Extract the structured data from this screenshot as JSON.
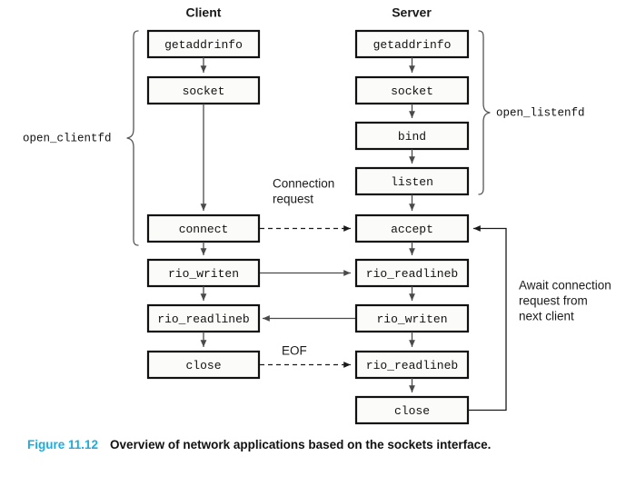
{
  "figure": {
    "caption_number": "Figure 11.12",
    "caption_text": "Overview of network applications based on the sockets interface.",
    "caption_accent_color": "#18AEE0"
  },
  "columns": {
    "client_header": "Client",
    "server_header": "Server"
  },
  "client_steps": [
    {
      "id": "client-getaddrinfo",
      "label": "getaddrinfo"
    },
    {
      "id": "client-socket",
      "label": "socket"
    },
    {
      "id": "client-connect",
      "label": "connect"
    },
    {
      "id": "client-rio-writen",
      "label": "rio_writen"
    },
    {
      "id": "client-rio-readlineb",
      "label": "rio_readlineb"
    },
    {
      "id": "client-close",
      "label": "close"
    }
  ],
  "server_steps": [
    {
      "id": "server-getaddrinfo",
      "label": "getaddrinfo"
    },
    {
      "id": "server-socket",
      "label": "socket"
    },
    {
      "id": "server-bind",
      "label": "bind"
    },
    {
      "id": "server-listen",
      "label": "listen"
    },
    {
      "id": "server-accept",
      "label": "accept"
    },
    {
      "id": "server-rio-readlineb-1",
      "label": "rio_readlineb"
    },
    {
      "id": "server-rio-writen",
      "label": "rio_writen"
    },
    {
      "id": "server-rio-readlineb-2",
      "label": "rio_readlineb"
    },
    {
      "id": "server-close",
      "label": "close"
    }
  ],
  "annotations": {
    "open_clientfd": "open_clientfd",
    "open_listenfd": "open_listenfd",
    "connection_request_line1": "Connection",
    "connection_request_line2": "request",
    "eof": "EOF",
    "await_line1": "Await connection",
    "await_line2": "request from",
    "await_line3": "next client"
  }
}
